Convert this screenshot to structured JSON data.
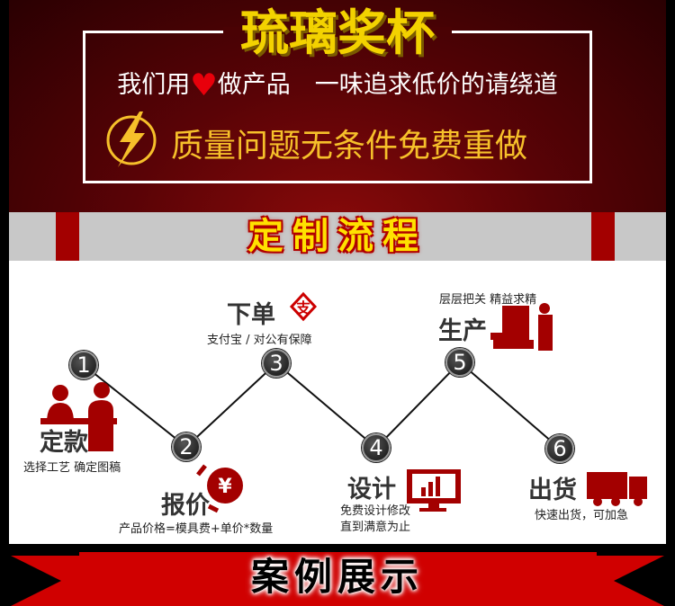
{
  "banner": {
    "title": "琉璃奖杯",
    "slogan_left": "我们用",
    "slogan_heart": "♥",
    "slogan_right": "做产品　一味追求低价的请绕道",
    "guarantee": "质量问题无条件免费重做"
  },
  "process": {
    "title": "定制流程",
    "steps": [
      {
        "num": "1",
        "name": "定款",
        "desc": "选择工艺  确定图稿"
      },
      {
        "num": "2",
        "name": "报价",
        "desc": "产品价格=模具费+单价*数量"
      },
      {
        "num": "3",
        "name": "下单",
        "desc": "支付宝 / 对公有保障"
      },
      {
        "num": "4",
        "name": "设计",
        "desc": "免费设计修改",
        "desc2": "直到满意为止"
      },
      {
        "num": "5",
        "name": "生产",
        "desc": "层层把关  精益求精"
      },
      {
        "num": "6",
        "name": "出货",
        "desc": "快速出货，可加急"
      }
    ]
  },
  "footer": {
    "title": "案例展示"
  },
  "colors": {
    "brand_red": "#a30000",
    "gold": "#f3d200",
    "ribbon": "#d00000"
  }
}
